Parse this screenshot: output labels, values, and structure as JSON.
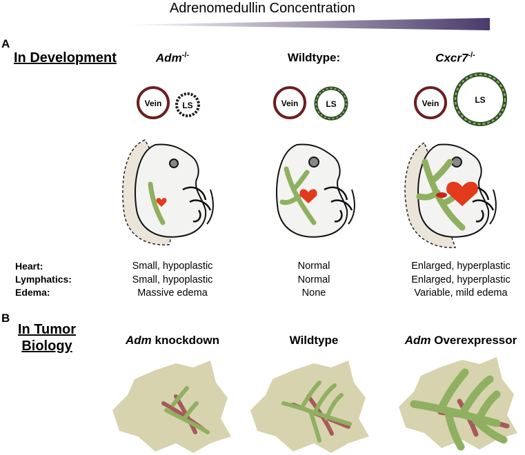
{
  "header": {
    "title": "Adrenomedullin Concentration",
    "gradient_colors": [
      "#ffffff",
      "#4a3a6b"
    ]
  },
  "panel_a": {
    "letter": "A",
    "section_title": "In Development",
    "columns": [
      {
        "gene": "Adm",
        "superscript": "-/-",
        "suffix": ""
      },
      {
        "gene": "Wildtype:",
        "superscript": "",
        "suffix": ""
      },
      {
        "gene": "Cxcr7",
        "superscript": "-/-",
        "suffix": ""
      }
    ],
    "vessel_labels": {
      "vein": "Vein",
      "lymph_sac": "LS"
    },
    "row_labels": [
      "Heart:",
      "Lymphatics:",
      "Edema:"
    ],
    "phenotypes": [
      [
        "Small, hypoplastic",
        "Small, hypoplastic",
        "Massive edema"
      ],
      [
        "Normal",
        "Normal",
        "None"
      ],
      [
        "Enlarged, hyperplastic",
        "Enlarged, hyperplastic",
        "Variable, mild edema"
      ]
    ]
  },
  "panel_b": {
    "letter": "B",
    "section_title_line1": "In Tumor",
    "section_title_line2": "Biology",
    "columns": [
      {
        "italic": "Adm",
        "rest": " knockdown"
      },
      {
        "italic": "",
        "rest": "Wildtype"
      },
      {
        "italic": "Adm",
        "rest": " Overexpressor"
      }
    ]
  },
  "colors": {
    "vein": "#6b1f1f",
    "lymph": "#2f4f2a",
    "lymph_fill": "#8fb060",
    "heart": "#e23a1a",
    "tumor": "#d6d3ae",
    "blood_vessel": "#a65a5a",
    "embryo": "#f3f3f1",
    "edema": "#ebe4d8"
  }
}
